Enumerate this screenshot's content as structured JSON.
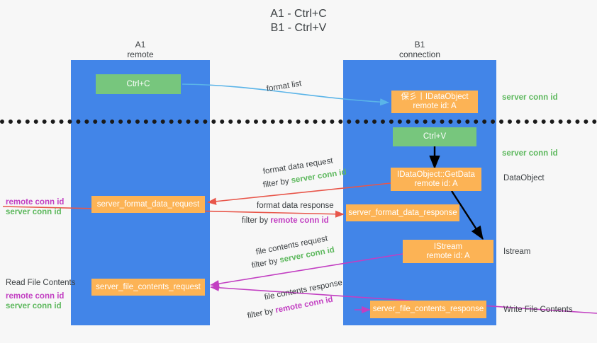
{
  "title": {
    "line1": "A1 - Ctrl+C",
    "line2": "B1 - Ctrl+V"
  },
  "lanes": [
    {
      "name": "A1",
      "sub": "remote",
      "color": "#4285e8"
    },
    {
      "name": "B1",
      "sub": "connection",
      "color": "#4285e8"
    }
  ],
  "colors": {
    "lane": "#4285e8",
    "green_box": "#77c67d",
    "orange_box": "#fcb355",
    "green_text": "#5db85d",
    "magenta_text": "#c23fc2",
    "arrow_blue": "#5ab4e8",
    "arrow_red": "#e8564a",
    "arrow_magenta": "#c23fc2",
    "arrow_black": "#000000",
    "divider": "#1a1a1a",
    "background": "#f7f7f7"
  },
  "boxes": {
    "ctrl_c": "Ctrl+C",
    "ctrl_v": "Ctrl+V",
    "idataobject_line1": "保彡丨IDataObject",
    "idataobject_line2": "remote id: A",
    "getdata_line1": "IDataObject::GetData",
    "getdata_line2": "remote id: A",
    "istream_line1": "IStream",
    "istream_line2": "remote id: A",
    "server_format_data_request": "server_format_data_request",
    "server_format_data_response": "server_format_data_response",
    "server_file_contents_request": "server_file_contents_request",
    "server_file_contents_response": "server_file_contents_response"
  },
  "edge_labels": {
    "format_list": "format list",
    "format_data_request": "format data request",
    "format_data_request_filter_prefix": "filter by ",
    "format_data_request_filter_value": "server conn id",
    "format_data_response": "format data response",
    "format_data_response_filter_prefix": "filter by ",
    "format_data_response_filter_value": "remote conn id",
    "file_contents_request": "file contents request",
    "file_contents_request_filter_prefix": "filter by ",
    "file_contents_request_filter_value": "server conn id",
    "file_contents_response": "file contents response",
    "file_contents_response_filter_prefix": "filter by ",
    "file_contents_response_filter_value": "remote conn id"
  },
  "right_annotations": {
    "server_conn_id_top": "server conn id",
    "server_conn_id_mid": "server conn id",
    "dataobject": "DataObject",
    "istream": "Istream",
    "write_file_contents": "Write File Contents"
  },
  "left_annotations": {
    "remote_conn_id_mid": "remote conn id",
    "server_conn_id_mid": "server conn id",
    "read_file_contents": "Read File Contents",
    "remote_conn_id_low": "remote conn id",
    "server_conn_id_low": "server conn id"
  }
}
